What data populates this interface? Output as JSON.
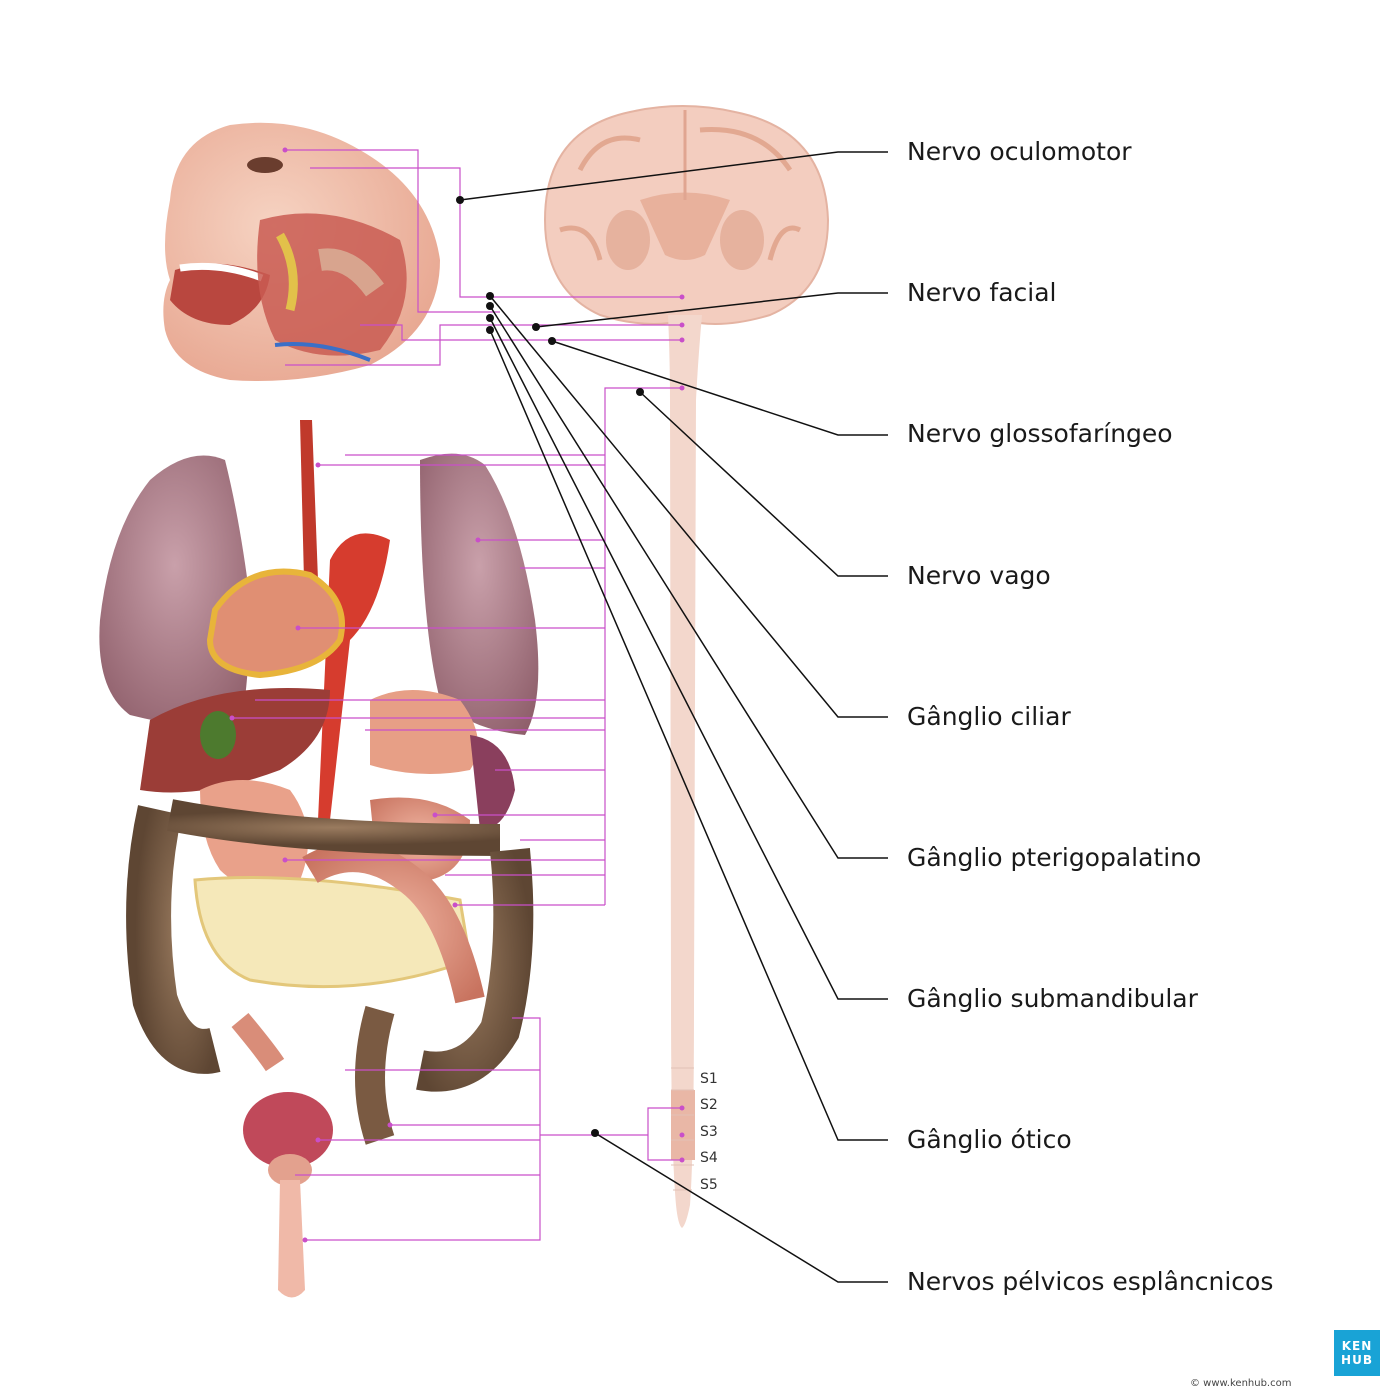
{
  "labels": {
    "oculomotor": "Nervo oculomotor",
    "facial": "Nervo facial",
    "glossopharyngeal": "Nervo glossofaríngeo",
    "vagus": "Nervo vago",
    "ciliary": "Gânglio ciliar",
    "pterygopalatine": "Gânglio pterigopalatino",
    "submandibular": "Gânglio submandibular",
    "otic": "Gânglio ótico",
    "pelvic_splanchnic": "Nervos pélvicos esplâncnicos"
  },
  "sacral_segments": [
    "S1",
    "S2",
    "S3",
    "S4",
    "S5"
  ],
  "logo": {
    "line1": "KEN",
    "line2": "HUB"
  },
  "copyright": "© www.kenhub.com",
  "colors": {
    "connector_magenta": "#c94fc9",
    "leader_black": "#111111",
    "spinal_cord": "#f3d7cc",
    "brain": "#f1cbbd",
    "brand": "#19a3d6"
  }
}
